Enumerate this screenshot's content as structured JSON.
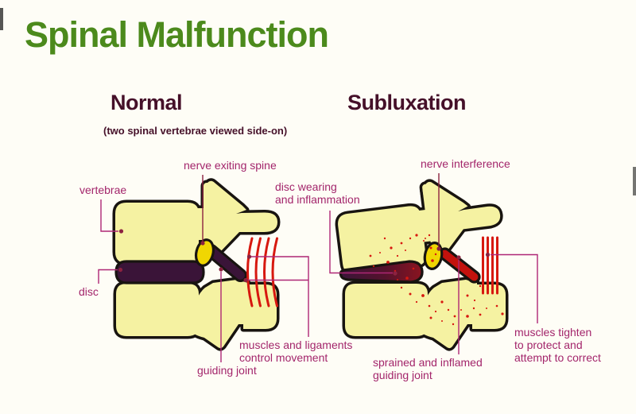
{
  "title": "Spinal Malfunction",
  "normal": {
    "heading": "Normal",
    "subtitle": "(two spinal vertebrae viewed side-on)",
    "label_nerve": "nerve exiting spine",
    "label_vertebrae": "vertebrae",
    "label_disc": "disc",
    "label_joint": "guiding joint",
    "label_muscles": "muscles and ligaments\ncontrol movement"
  },
  "subluxation": {
    "heading": "Subluxation",
    "label_nerve": "nerve interference",
    "label_disc": "disc wearing\nand inflammation",
    "label_joint": "sprained and inflamed\nguiding joint",
    "label_muscles": "muscles tighten\nto protect and\nattempt to correct"
  },
  "colors": {
    "title_green": "#4c8a1c",
    "heading_maroon": "#451029",
    "label_magenta": "#a3256b",
    "bone_yellow": "#f5f2a2",
    "outline_black": "#181410",
    "disc_purple": "#3a1438",
    "nerve_yellow": "#f0d602",
    "muscle_red": "#d7180f",
    "inflamed_joint_red": "#c3120d"
  }
}
